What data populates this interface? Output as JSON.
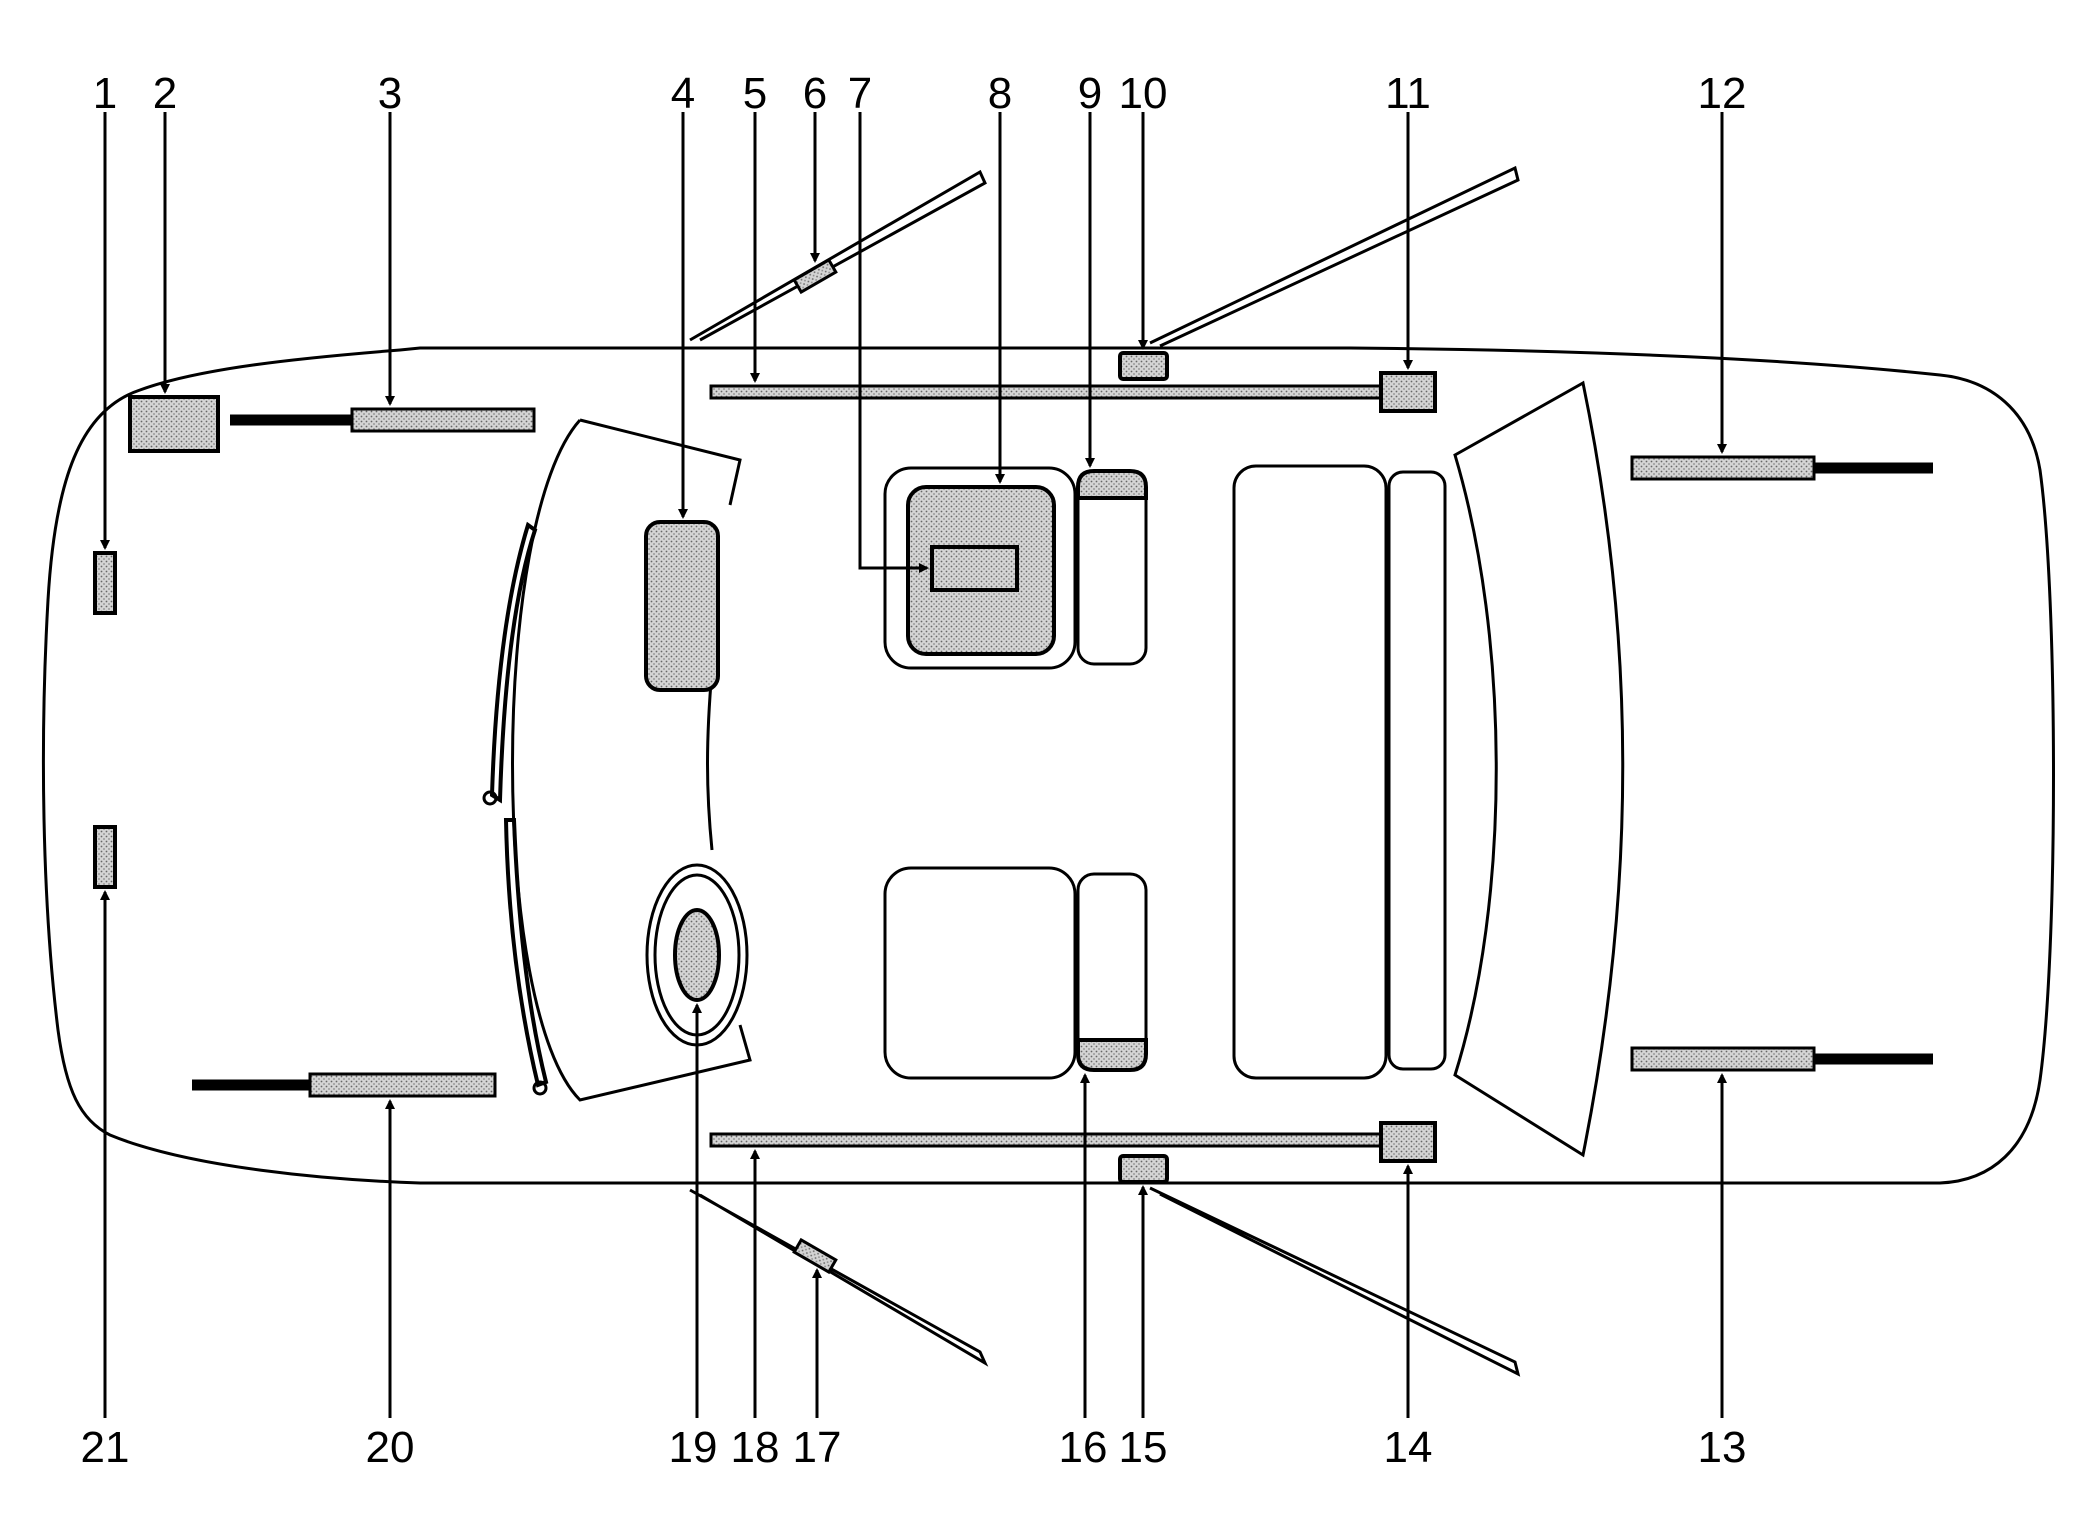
{
  "callouts": {
    "c1": "1",
    "c2": "2",
    "c3": "3",
    "c4": "4",
    "c5": "5",
    "c6": "6",
    "c7": "7",
    "c8": "8",
    "c9": "9",
    "c10": "10",
    "c11": "11",
    "c12": "12",
    "c13": "13",
    "c14": "14",
    "c15": "15",
    "c16": "16",
    "c17": "17",
    "c18": "18",
    "c19": "19",
    "c20": "20",
    "c21": "21"
  },
  "colors": {
    "line": "#000000",
    "component_fill": "#c8c8c8",
    "background": "#ffffff"
  }
}
